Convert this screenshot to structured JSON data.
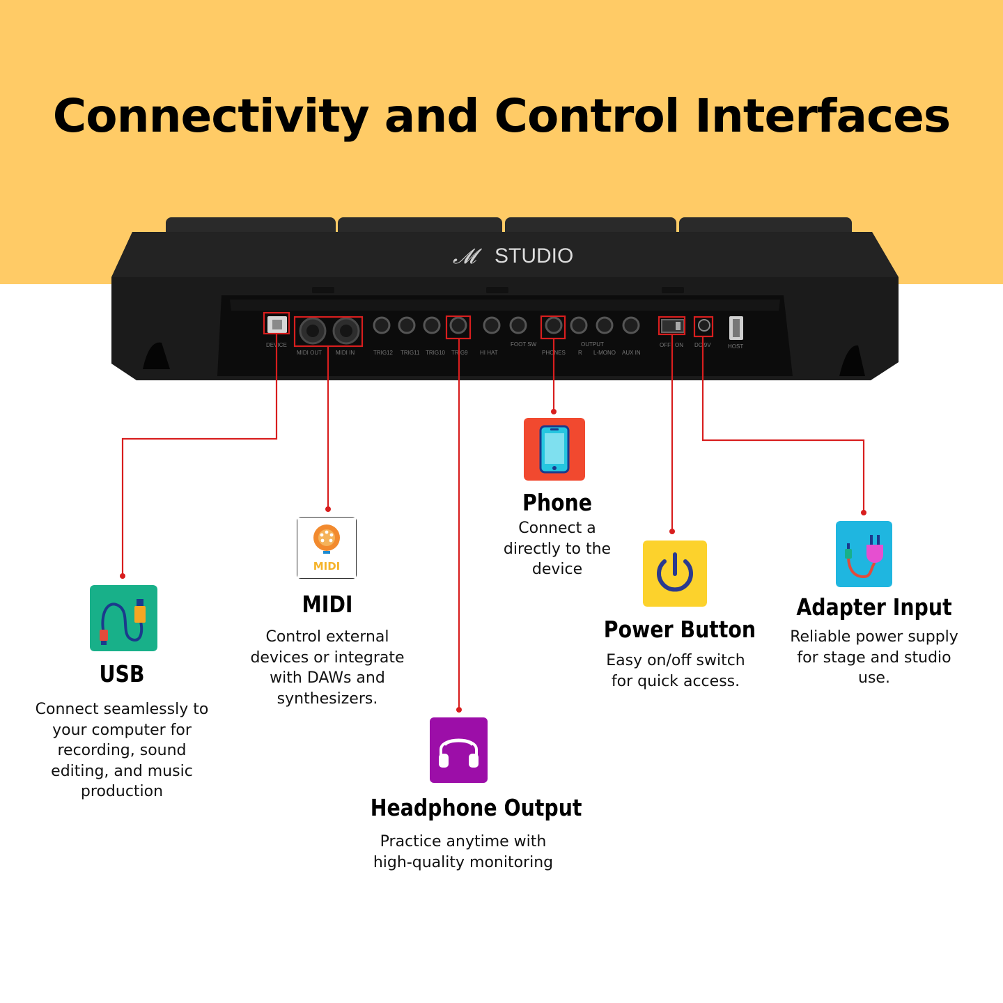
{
  "page_title": "Connectivity and Control Interfaces",
  "colors": {
    "band": "#ffcb66",
    "callout_line": "#d81e1e",
    "device_body": "#1b1b1b"
  },
  "device": {
    "brand_text": "STUDIO",
    "port_labels": [
      "DEVICE",
      "MIDI OUT",
      "MIDI IN",
      "TRIG12",
      "TRIG11",
      "TRIG10",
      "TRIG9",
      "HI HAT",
      "FOOT SW",
      "PHONES",
      "OUTPUT",
      "R",
      "L-MONO",
      "AUX IN",
      "OFF",
      "ON",
      "DC 9V",
      "HOST"
    ]
  },
  "features": {
    "usb": {
      "icon": "usb-cable-icon",
      "title": "USB",
      "description": "Connect seamlessly to your computer for recording, sound editing, and music production"
    },
    "midi": {
      "icon": "midi-icon",
      "icon_text": "MIDI",
      "title": "MIDI",
      "description": "Control external devices or integrate with DAWs and synthesizers."
    },
    "headphone": {
      "icon": "headphones-icon",
      "title": "Headphone Output",
      "description": "Practice anytime with high-quality monitoring"
    },
    "phone": {
      "icon": "smartphone-icon",
      "title": "Phone",
      "description": "Connect a directly to the device"
    },
    "power": {
      "icon": "power-icon",
      "title": "Power Button",
      "description": "Easy on/off switch for quick access."
    },
    "adapter": {
      "icon": "power-plug-icon",
      "title": "Adapter Input",
      "description": "Reliable power supply for stage and studio use."
    }
  }
}
